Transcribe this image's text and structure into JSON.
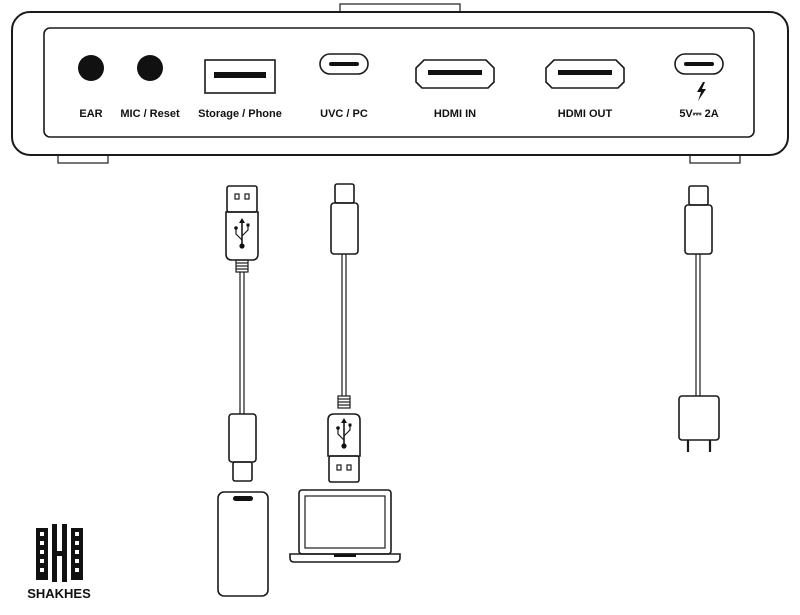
{
  "ports": {
    "ear": "EAR",
    "mic_reset": "MIC / Reset",
    "storage_phone": "Storage / Phone",
    "uvc_pc": "UVC / PC",
    "hdmi_in": "HDMI IN",
    "hdmi_out": "HDMI OUT",
    "power": "5V⎓ 2A"
  },
  "logo": {
    "text": "SHAKHES"
  },
  "icons": {
    "power": "lightning-bolt-icon",
    "usb": "usb-trident-icon",
    "logo": "film-strip-logo-icon"
  },
  "colors": {
    "line": "#1a1a1a",
    "fill": "#111111",
    "background": "#ffffff"
  }
}
